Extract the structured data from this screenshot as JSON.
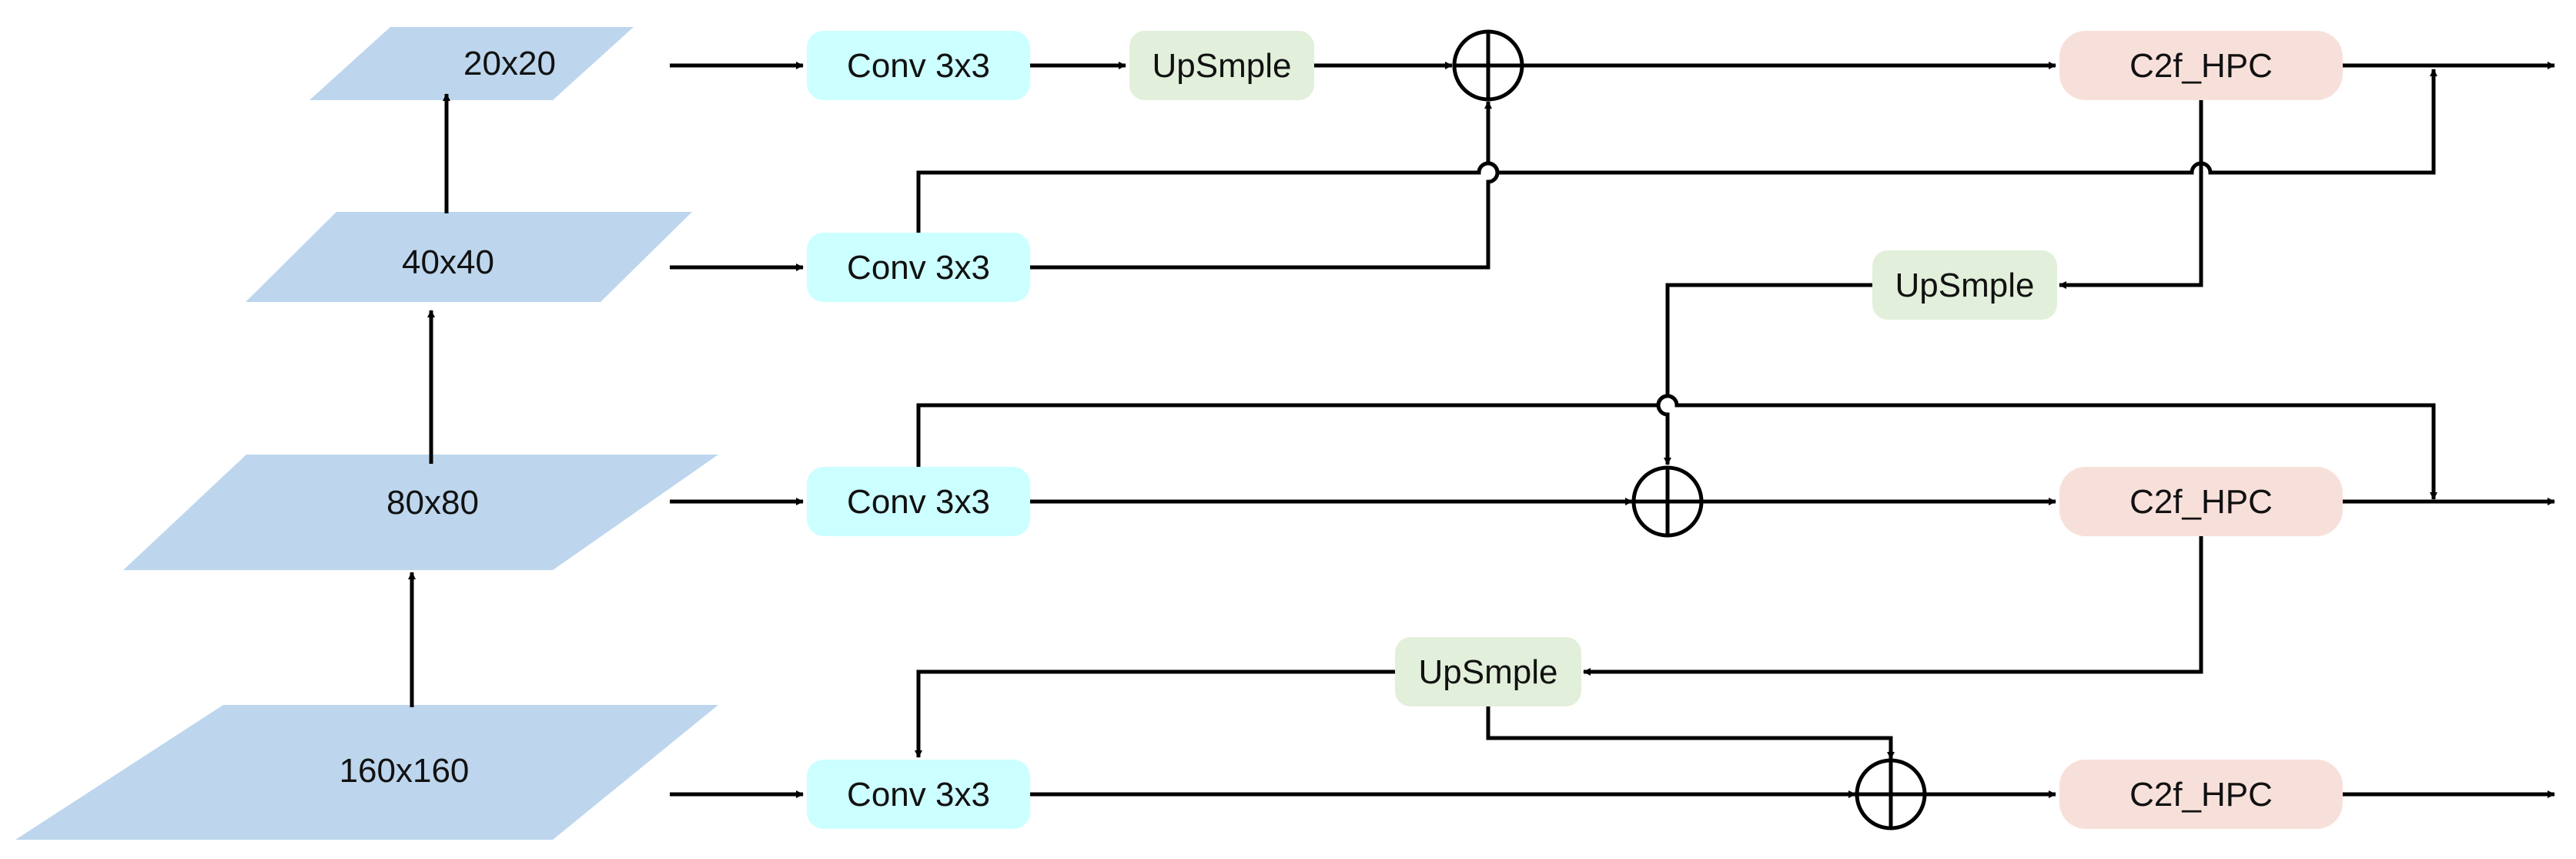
{
  "pyramid": {
    "level_20": "20x20",
    "level_40": "40x40",
    "level_80": "80x80",
    "level_160": "160x160"
  },
  "blocks": {
    "conv": "Conv 3x3",
    "upsample": "UpSmple",
    "c2f": "C2f_HPC"
  },
  "colors": {
    "pyramid": "#bdd6ee",
    "conv": "#ccffff",
    "upsample": "#e2efda",
    "c2f": "#f8e0da",
    "line": "#000000"
  }
}
